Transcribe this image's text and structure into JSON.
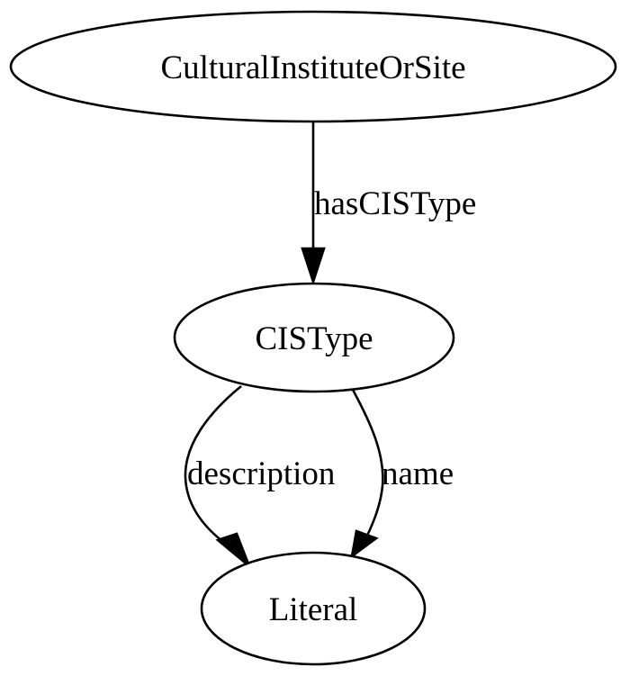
{
  "nodes": {
    "cultural_institute": {
      "label": "CulturalInstituteOrSite"
    },
    "cis_type": {
      "label": "CISType"
    },
    "literal": {
      "label": "Literal"
    }
  },
  "edges": {
    "has_cis_type": {
      "label": "hasCISType",
      "from": "CulturalInstituteOrSite",
      "to": "CISType"
    },
    "description": {
      "label": "description",
      "from": "CISType",
      "to": "Literal"
    },
    "name": {
      "label": "name",
      "from": "CISType",
      "to": "Literal"
    }
  }
}
